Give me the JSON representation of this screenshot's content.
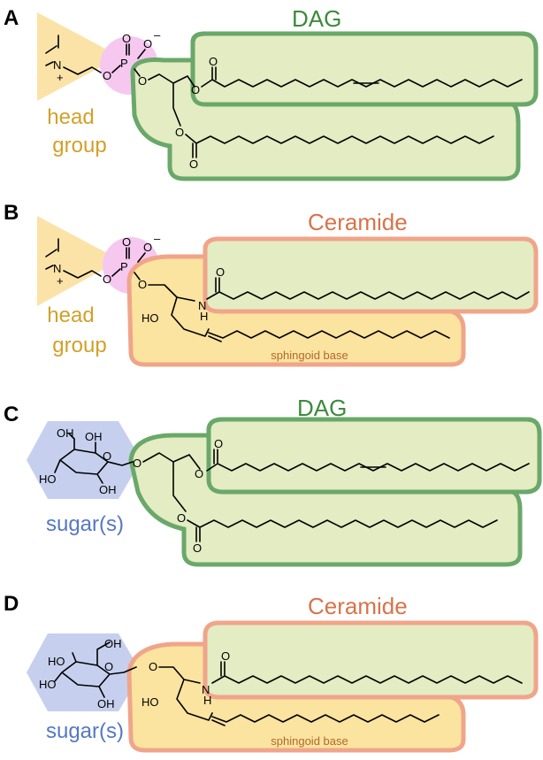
{
  "colors": {
    "dag_stroke": "#6aa86a",
    "dag_fill": "#e3ecc2",
    "ceramide_stroke": "#f0a58a",
    "ceramide_fill": "#fbe3a0",
    "head_fill": "#fbe3a8",
    "phosphate_fill": "#f6c8f0",
    "sugar_fill": "#c6d0ee",
    "dag_label": "#3d8a3d",
    "ceramide_label": "#d8734a",
    "head_label": "#d1a12a",
    "sugar_label": "#5578c4",
    "base_label": "#b06a2a"
  },
  "panels": [
    {
      "letter": "A",
      "backbone_label": "DAG",
      "side_label_lines": [
        "head",
        "group"
      ],
      "atoms": {
        "n": "N",
        "n_charge": "+",
        "o1": "O",
        "p": "P",
        "o_top": "O",
        "o_minus": "O",
        "o_minus_charge": "–",
        "o2": "O",
        "ester_o1": "O",
        "ester_carbonyl1": "O",
        "ester_o2": "O",
        "ester_carbonyl2": "O"
      }
    },
    {
      "letter": "B",
      "backbone_label": "Ceramide",
      "side_label_lines": [
        "head",
        "group"
      ],
      "base_label": "sphingoid base",
      "atoms": {
        "n": "N",
        "n_charge": "+",
        "o1": "O",
        "p": "P",
        "o_top": "O",
        "o_minus": "O",
        "o_minus_charge": "–",
        "o2": "O",
        "amide_carbonyl": "O",
        "nh_n": "N",
        "nh_h": "H",
        "ho": "HO"
      }
    },
    {
      "letter": "C",
      "backbone_label": "DAG",
      "side_label_lines": [
        "sugar(s)"
      ],
      "atoms": {
        "oh_a": "OH",
        "oh_b": "OH",
        "ho_c": "HO",
        "oh_d": "OH",
        "ring_o": "O",
        "link_o": "O",
        "ester_o1": "O",
        "ester_carbonyl1": "O",
        "ester_o2": "O",
        "ester_carbonyl2": "O"
      }
    },
    {
      "letter": "D",
      "backbone_label": "Ceramide",
      "side_label_lines": [
        "sugar(s)"
      ],
      "base_label": "sphingoid base",
      "atoms": {
        "oh_a": "OH",
        "ho_b": "HO",
        "ho_c": "HO",
        "oh_d": "OH",
        "ring_o": "O",
        "link_o": "O",
        "amide_carbonyl": "O",
        "nh_n": "N",
        "nh_h": "H",
        "ho": "HO"
      }
    }
  ]
}
